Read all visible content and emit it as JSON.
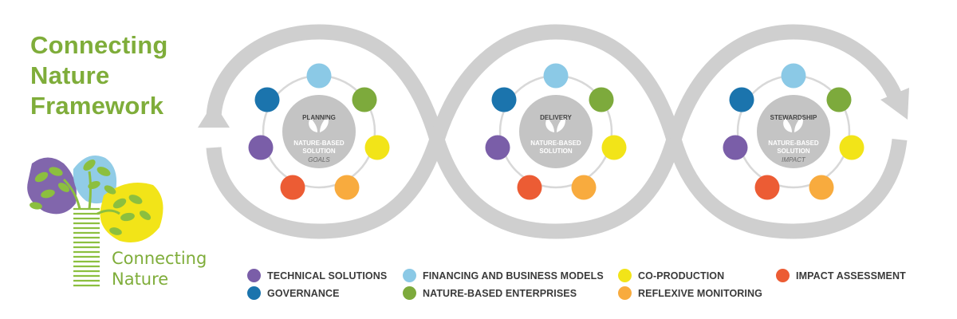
{
  "title": {
    "line1": "Connecting",
    "line2": "Nature",
    "line3": "Framework"
  },
  "logo": {
    "line1": "Connecting",
    "line2": "Nature"
  },
  "colors": {
    "loop": "#cfcfcf",
    "hub": "#c4c4c4",
    "ring": "#d8d8d8",
    "title_green": "#7fad3a",
    "technical_solutions": "#7a5ea8",
    "governance": "#1b74ad",
    "financing": "#8bc9e6",
    "nature_based_enterprises": "#7daa3c",
    "co_production": "#f2e418",
    "reflexive_monitoring": "#f8ab3e",
    "impact_assessment": "#ec5c34"
  },
  "hubs": [
    {
      "title": "PLANNING",
      "line1": "NATURE-BASED",
      "line2": "SOLUTION",
      "sub": "GOALS"
    },
    {
      "title": "DELIVERY",
      "line1": "NATURE-BASED",
      "line2": "SOLUTION",
      "sub": ""
    },
    {
      "title": "STEWARDSHIP",
      "line1": "NATURE-BASED",
      "line2": "SOLUTION",
      "sub": "IMPACT"
    }
  ],
  "legend": [
    {
      "label": "TECHNICAL SOLUTIONS",
      "color": "#7a5ea8"
    },
    {
      "label": "GOVERNANCE",
      "color": "#1b74ad"
    },
    {
      "label": "FINANCING AND BUSINESS MODELS",
      "color": "#8bc9e6"
    },
    {
      "label": "NATURE-BASED ENTERPRISES",
      "color": "#7daa3c"
    },
    {
      "label": "CO-PRODUCTION",
      "color": "#f2e418"
    },
    {
      "label": "REFLEXIVE MONITORING",
      "color": "#f8ab3e"
    },
    {
      "label": "IMPACT ASSESSMENT",
      "color": "#ec5c34"
    }
  ]
}
